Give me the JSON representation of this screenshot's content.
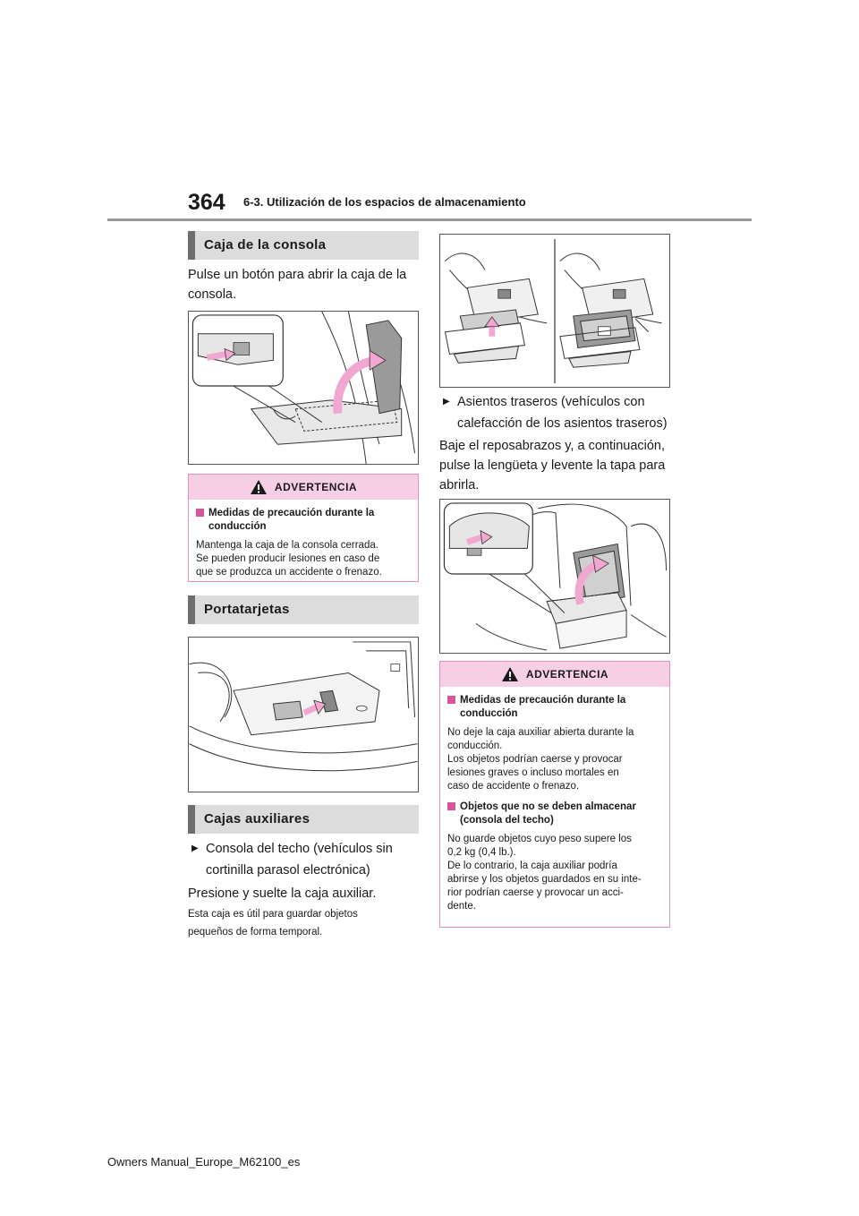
{
  "header": {
    "page_number": "364",
    "running_head": "6-3. Utilización de los espacios de almacenamiento"
  },
  "left": {
    "section1": {
      "title": "Caja de la consola",
      "text_line1": "Pulse un botón para abrir la caja de la",
      "text_line2": "consola."
    },
    "warning1": {
      "label": "ADVERTENCIA",
      "subhead": "Medidas de precaución durante la conducción",
      "text_line1": "Mantenga la caja de la consola cerrada.",
      "text_line2": "Se pueden producir lesiones en caso de",
      "text_line3": "que se produzca un accidente o frenazo."
    },
    "section2": {
      "title": "Portatarjetas"
    },
    "section3": {
      "title": "Cajas auxiliares",
      "bullet_line1": "Consola del techo (vehículos sin",
      "bullet_line2": "cortinilla parasol electrónica)",
      "text": "Presione y suelte la caja auxiliar.",
      "note_line1": "Esta caja es útil para guardar objetos",
      "note_line2": "pequeños de forma temporal."
    }
  },
  "right": {
    "bullet_line1": "Asientos traseros (vehículos con",
    "bullet_line2": "calefacción de los asientos traseros)",
    "text_line1": "Baje el reposabrazos y, a continuación,",
    "text_line2": "pulse la lengüeta y levente la tapa para",
    "text_line3": "abrirla.",
    "warning2": {
      "label": "ADVERTENCIA",
      "sub1": "Medidas de precaución durante la conducción",
      "txt1_line1": "No deje la caja auxiliar abierta durante la",
      "txt1_line2": "conducción.",
      "txt1_line3": "Los objetos podrían caerse y provocar",
      "txt1_line4": "lesiones graves o incluso mortales en",
      "txt1_line5": "caso de accidente o frenazo.",
      "sub2": "Objetos que no se deben almacenar (consola del techo)",
      "txt2_line1": "No guarde objetos cuyo peso supere los",
      "txt2_line2": "0,2 kg (0,4 lb.).",
      "txt2_line3": "De lo contrario, la caja auxiliar podría",
      "txt2_line4": "abrirse y los objetos guardados en su inte-",
      "txt2_line5": "rior podrían caerse y provocar un acci-",
      "txt2_line6": "dente."
    }
  },
  "footer": {
    "text": "Owners Manual_Europe_M62100_es"
  },
  "colors": {
    "warning_fill": "#f7cfe5",
    "warning_border": "#e58fc0",
    "accent_pink": "#f2a7d0",
    "section_bar": "#dcdcdc"
  }
}
